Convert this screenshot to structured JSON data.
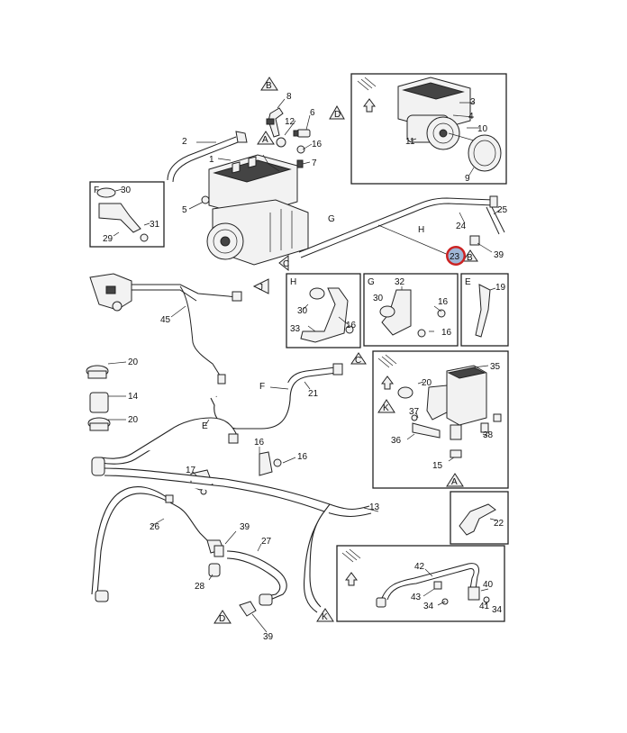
{
  "callouts": {
    "n1": "1",
    "n2": "2",
    "n3": "3",
    "n4": "4",
    "n5": "5",
    "n6": "6",
    "n7": "7",
    "n8": "8",
    "n9": "9",
    "n10": "10",
    "n11": "11",
    "n12": "12",
    "n13": "13",
    "n14": "14",
    "n15": "15",
    "n16": "16",
    "n17": "17",
    "n19": "19",
    "n20": "20",
    "n21": "21",
    "n22": "22",
    "n23": "23",
    "n24": "24",
    "n25": "25",
    "n26": "26",
    "n27": "27",
    "n28": "28",
    "n29": "29",
    "n30": "30",
    "n31": "31",
    "n32": "32",
    "n33": "33",
    "n34": "34",
    "n35": "35",
    "n36": "36",
    "n37": "37",
    "n38": "38",
    "n39": "39",
    "n40": "40",
    "n41": "41",
    "n42": "42",
    "n43": "43",
    "n45": "45"
  },
  "letters": {
    "A": "A",
    "B": "B",
    "C": "C",
    "D": "D",
    "E": "E",
    "F": "F",
    "G": "G",
    "H": "H",
    "J": "J",
    "K": "K"
  },
  "highlight": {
    "label": "23",
    "ring_color": "#cc2222",
    "fill_color": "#9fb6d6"
  },
  "colors": {
    "line": "#222222",
    "background": "#ffffff"
  }
}
